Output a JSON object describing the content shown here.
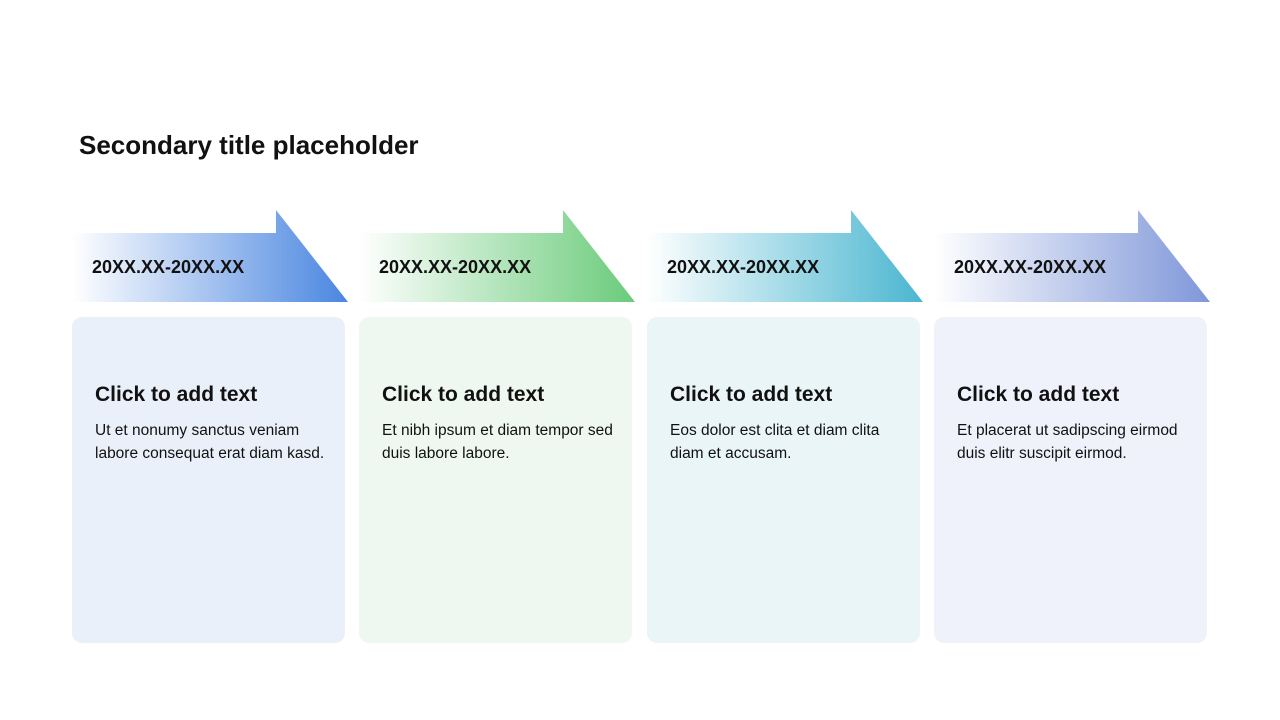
{
  "title": "Secondary title placeholder",
  "columns": [
    {
      "period": "20XX.XX-20XX.XX",
      "heading": "Click to add text",
      "text": "Ut et nonumy sanctus veniam labore consequat erat diam kasd.",
      "accent": "#4a86e0",
      "card_bg": "#eaf0fa"
    },
    {
      "period": "20XX.XX-20XX.XX",
      "heading": "Click to add text",
      "text": "Et nibh ipsum et diam tempor sed duis labore labore.",
      "accent": "#6acb7a",
      "card_bg": "#eef8f0"
    },
    {
      "period": "20XX.XX-20XX.XX",
      "heading": "Click to add text",
      "text": "Eos dolor est clita et diam clita diam et accusam.",
      "accent": "#4ab6d0",
      "card_bg": "#eaf5f7"
    },
    {
      "period": "20XX.XX-20XX.XX",
      "heading": "Click to add text",
      "text": "Et placerat ut sadipscing eirmod duis elitr suscipit eirmod.",
      "accent": "#7f97d9",
      "card_bg": "#eff2fb"
    }
  ]
}
